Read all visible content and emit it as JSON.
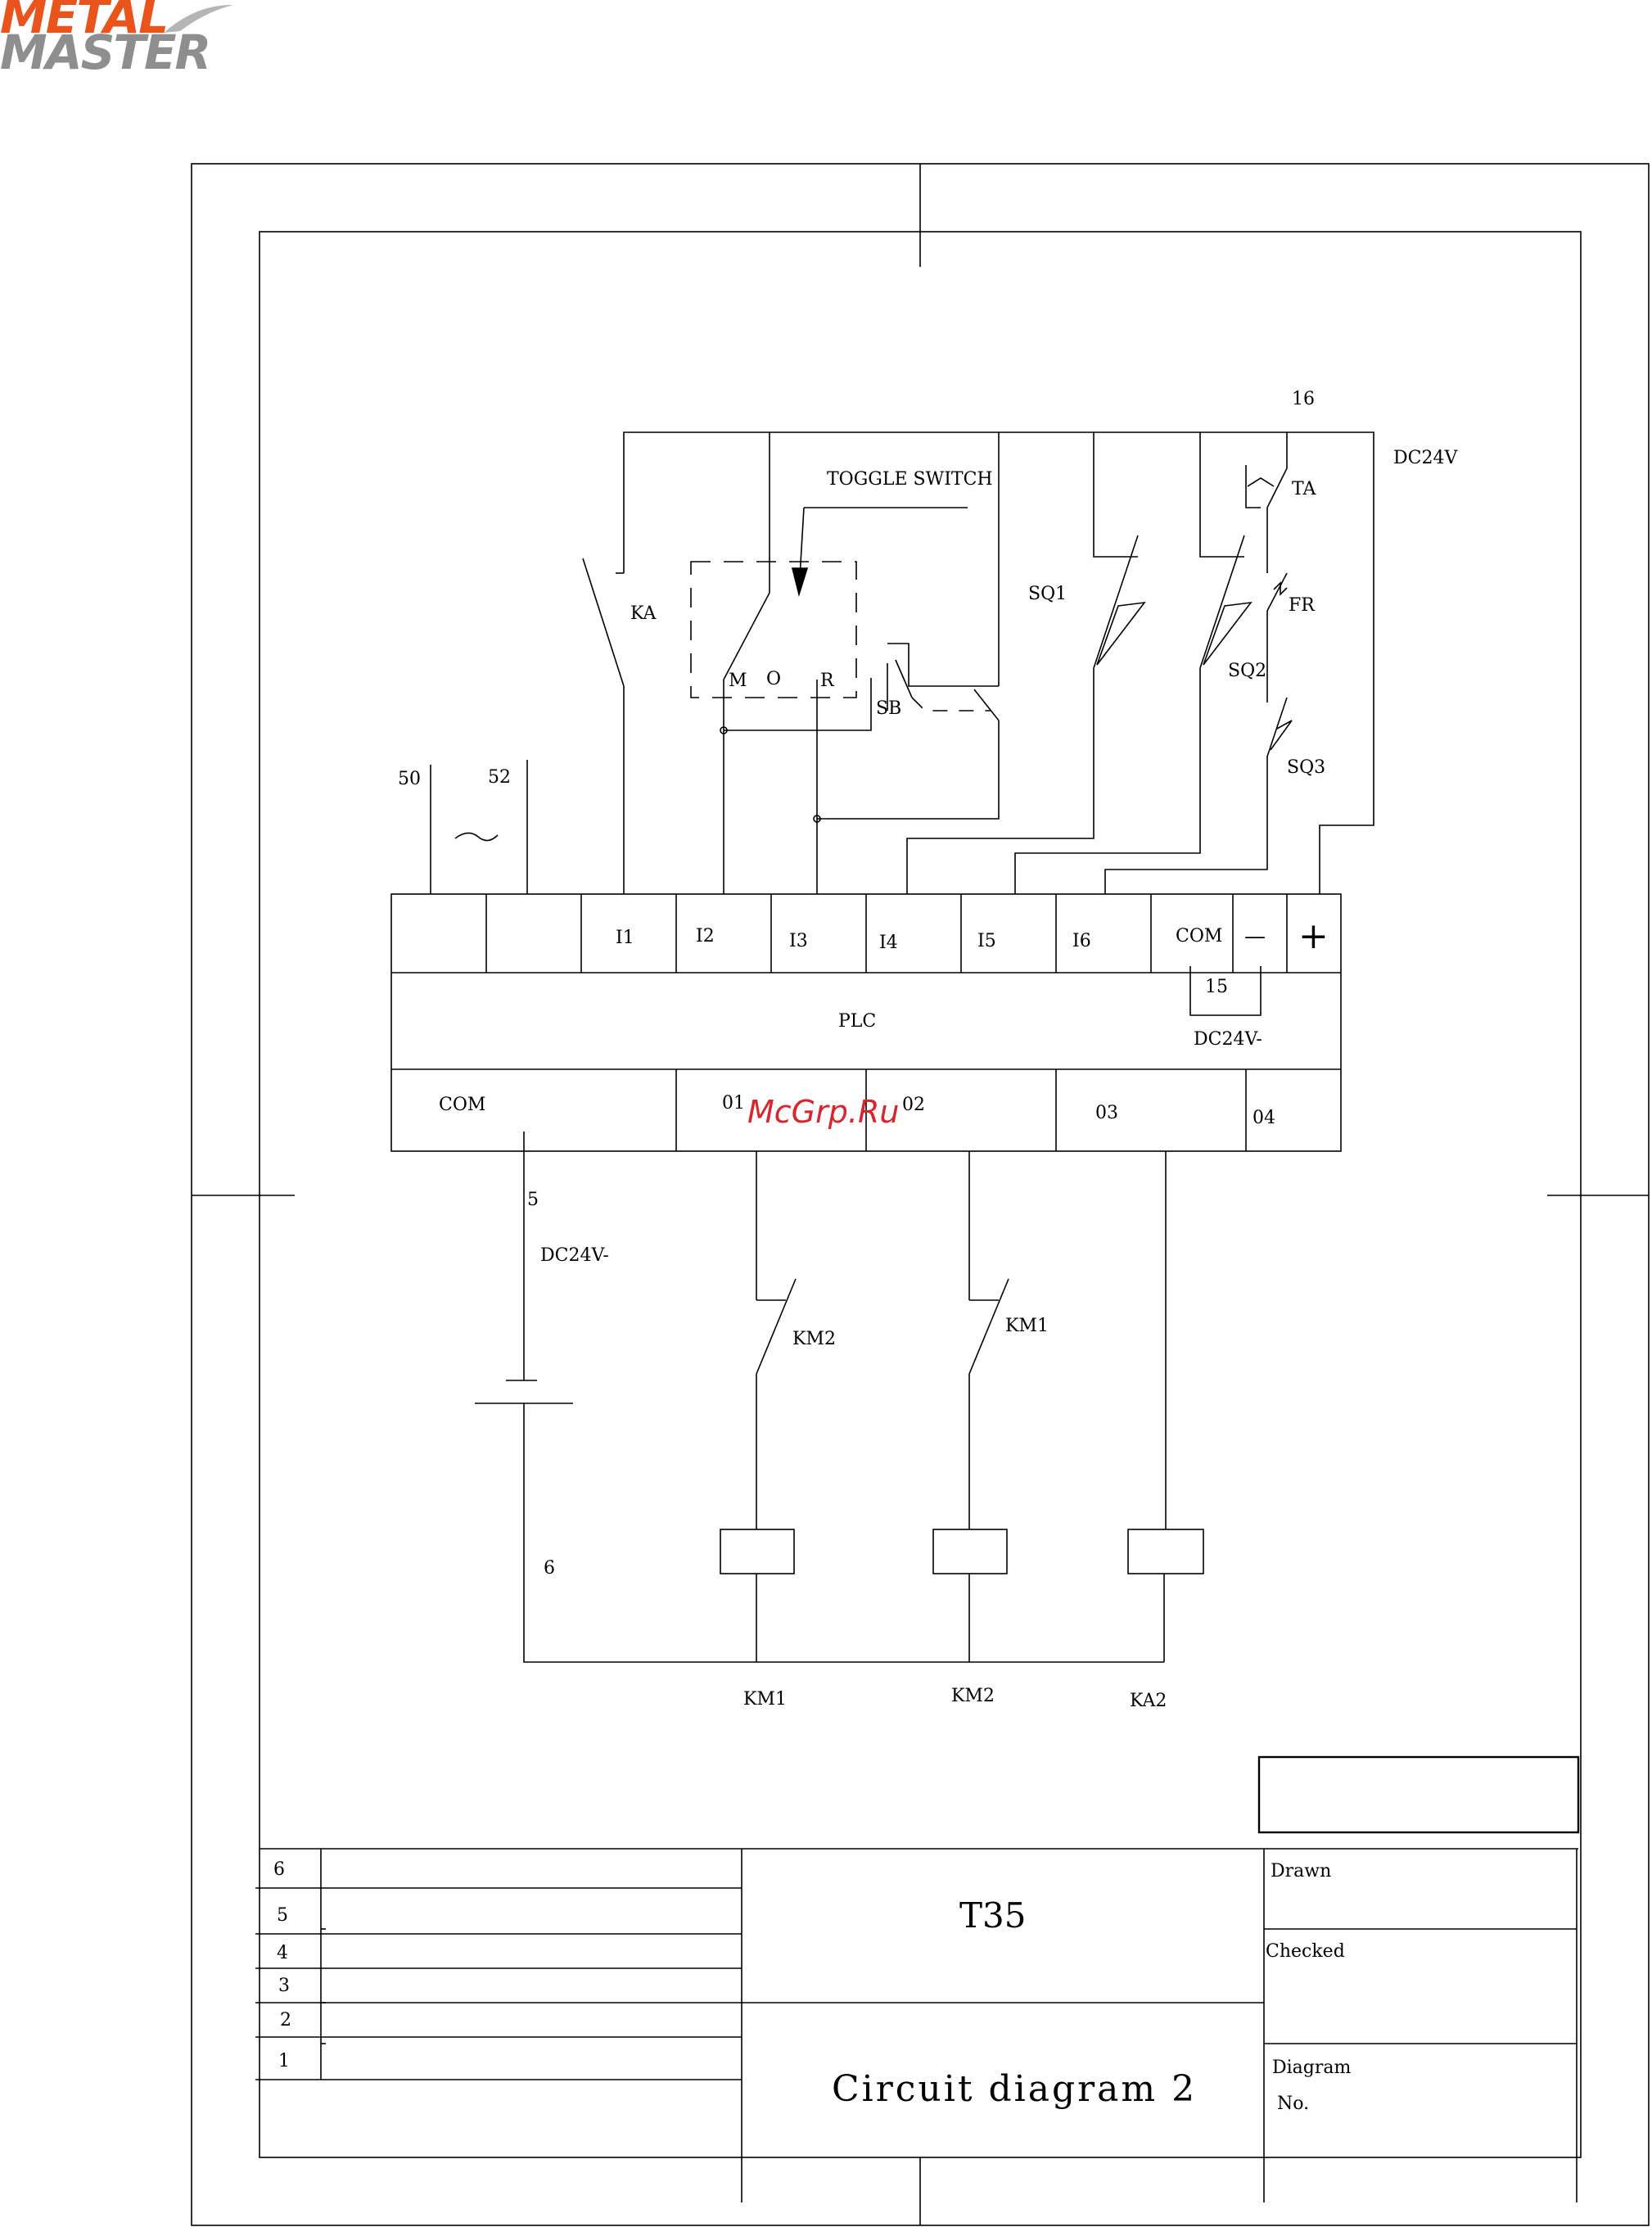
{
  "logo": {
    "line1": "METAL",
    "line2": "MASTER"
  },
  "watermark": "McGrp.Ru",
  "diagram": {
    "wire_numbers": {
      "w16": "16",
      "w50": "50",
      "w52": "52",
      "w15": "15",
      "w5": "5",
      "w6": "6"
    },
    "supply_labels": {
      "dc24v": "DC24V",
      "dc24v_minus_plc": "DC24V-",
      "dc24v_minus_out": "DC24V-"
    },
    "ac_symbol": "~",
    "toggle_switch": {
      "label": "TOGGLE SWITCH",
      "pos_m": "M",
      "pos_o": "O",
      "pos_r": "R"
    },
    "contacts": {
      "ka": "KA",
      "sb": "SB",
      "sq1": "SQ1",
      "sq2": "SQ2",
      "sq3": "SQ3",
      "ta": "TA",
      "fr": "FR",
      "km2_contact": "KM2",
      "km1_contact": "KM1"
    },
    "plc": {
      "title": "PLC",
      "inputs": [
        "I1",
        "I2",
        "I3",
        "I4",
        "I5",
        "I6",
        "COM"
      ],
      "minus_terminal": "—",
      "plus_terminal": "+",
      "outputs": [
        "COM",
        "01",
        "02",
        "03",
        "04"
      ]
    },
    "coils": [
      "KM1",
      "KM2",
      "KA2"
    ]
  },
  "title_block": {
    "revisions": [
      "6",
      "5",
      "4",
      "3",
      "2",
      "1"
    ],
    "model": "T35",
    "drawing_title": "Circuit diagram 2",
    "drawn_label": "Drawn",
    "checked_label": "Checked",
    "diagram_no_label_1": "Diagram",
    "diagram_no_label_2": "No."
  }
}
